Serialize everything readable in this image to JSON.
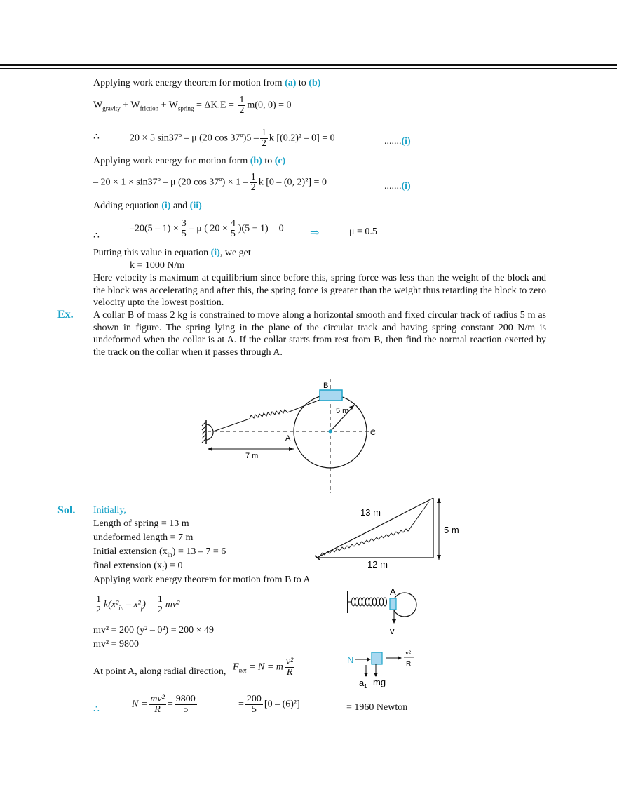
{
  "header_rules": "",
  "lines": {
    "l1_pre": "Applying work energy theorem for motion from ",
    "l1_a": "(a)",
    "l1_mid": " to ",
    "l1_b": "(b)",
    "eq1": {
      "w1": "W",
      "w1_sub": "gravity",
      "plus1": " + W",
      "w2_sub": "friction",
      "plus2": " + W",
      "w3_sub": "spring",
      "eq_mid": " = ΔK.E = ",
      "half_n": "1",
      "half_d": "2",
      "tail": "m(0, 0) = 0"
    },
    "therefore": "∴",
    "eq2_pre": "20 × 5 sin37º – μ (20 cos 37º)5 –",
    "eq2_half_n": "1",
    "eq2_half_d": "2",
    "eq2_tail": "k [(0.2)² – 0] = 0",
    "eq2_tag_dots": ".......",
    "eq2_tag": "(i)",
    "l2_pre": "Applying work energy for motion form ",
    "l2_b": "(b)",
    "l2_mid": " to ",
    "l2_c": "(c)",
    "eq3_pre": "– 20 × 1 × sin37º – μ (20 cos 37º) × 1 –",
    "eq3_half_n": "1",
    "eq3_half_d": "2",
    "eq3_tail": "k [0 – (0, 2)²] = 0",
    "eq3_tag_dots": ".......",
    "eq3_tag": "(i)",
    "l3_pre": "Adding equation ",
    "l3_i": "(i)",
    "l3_mid": " and ",
    "l3_ii": "(ii)",
    "eq4_a": "–20(5 – 1) ×",
    "eq4_f1n": "3",
    "eq4_f1d": "5",
    "eq4_b": "– μ ( 20 ×",
    "eq4_f2n": "4",
    "eq4_f2d": "5",
    "eq4_c": ")(5 + 1) = 0",
    "implies": "⇒",
    "mu_result": "μ = 0.5",
    "l4_pre": "Putting this value in equation ",
    "l4_i": "(i)",
    "l4_post": ", we get",
    "k_result": "k = 1000 N/m",
    "para1": "Here velocity is maximum at equilibrium since before this, spring force was less than the weight of the block and the block was accelerating and after this, the spring force is greater than the weight thus retarding the block to zero velocity upto the lowest position."
  },
  "example": {
    "label": "Ex.",
    "text": "A collar B of mass 2 kg is constrained to move along a horizontal smooth and fixed circular track of radius 5 m as shown in figure. The spring lying in the plane of the circular track and having spring constant 200 N/m is undeformed when the collar is at A. If the collar starts from rest from B, then find the normal reaction exerted by the track on the collar when it passes through A."
  },
  "figure1": {
    "B": "B",
    "A": "A",
    "C": "C",
    "radius": "5 m",
    "dist": "7 m"
  },
  "solution": {
    "label": "Sol.",
    "initially": "Initially,",
    "s1": "Length of spring = 13 m",
    "s2": "undeformed length = 7 m",
    "s3_pre": "Initial extension (x",
    "s3_sub": "in",
    "s3_post": ") = 13 – 7 = 6",
    "s4_pre": "final extension (x",
    "s4_sub": "f",
    "s4_post": ") = 0",
    "s5": "Applying work energy theorem for motion from B to A",
    "eq5_n": "1",
    "eq5_d": "2",
    "eq5_k": "k",
    "eq5_mid": "(x²",
    "eq5_in": "in",
    "eq5_minus": " – x²",
    "eq5_f": "f",
    "eq5_close": ") =",
    "eq5_rn": "1",
    "eq5_rd": "2",
    "eq5_rhs": "mv²",
    "s6": "mv² = 200 (y² – 0²) = 200 × 49",
    "s7": "mv² = 9800",
    "s8_pre": "At point A, along radial direction,",
    "s8_F": "F",
    "s8_net": "net",
    "s8_eq": " = N = m",
    "s8_n": "v²",
    "s8_d": "R",
    "therefore": "∴",
    "eq9_N": "N =",
    "eq9_f1n": "mv²",
    "eq9_f1d": "R",
    "eq9_eq": "=",
    "eq9_f2n": "9800",
    "eq9_f2d": "5",
    "eq9_eq2": "=",
    "eq9_f3n": "200",
    "eq9_f3d": "5",
    "eq9_tail": "[0 – (6)²]",
    "result": "= 1960 Newton"
  },
  "figure2": {
    "hyp": "13 m",
    "side": "5 m",
    "base": "12 m"
  },
  "figure3": {
    "A": "A",
    "v": "v"
  },
  "figure4": {
    "N": "N",
    "v2": "v²",
    "R": "R",
    "a1": "a",
    "a1_sub": "1",
    "mg": "mg"
  },
  "colors": {
    "accent": "#1aa3c8",
    "collar": "#a9d8f0"
  }
}
